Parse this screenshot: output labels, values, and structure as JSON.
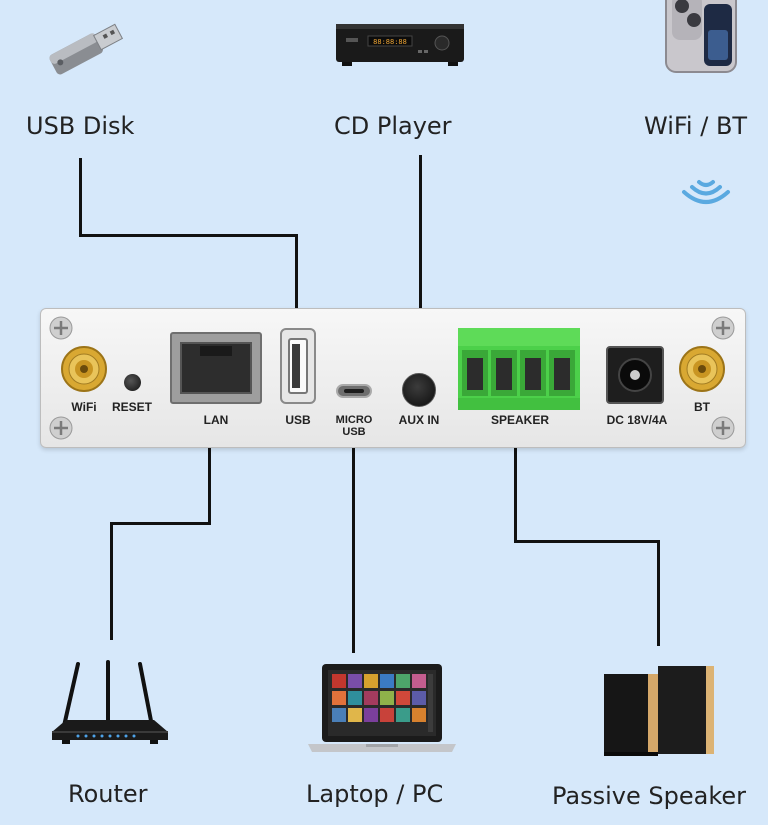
{
  "devices": {
    "usb_disk": "USB Disk",
    "cd_player": "CD Player",
    "wifi_bt": "WiFi / BT",
    "router": "Router",
    "laptop": "Laptop / PC",
    "speaker": "Passive Speaker"
  },
  "panel": {
    "wifi": "WiFi",
    "reset": "RESET",
    "lan": "LAN",
    "usb": "USB",
    "micro_usb_1": "MICRO",
    "micro_usb_2": "USB",
    "aux_in": "AUX IN",
    "speaker": "SPEAKER",
    "dc": "DC 18V/4A",
    "bt": "BT"
  },
  "cd_display": "88:88:88",
  "colors": {
    "background": "#d6e8fa",
    "panel": "#f1f1f1",
    "terminal_green": "#4cd04a",
    "antenna_gold": "#d9a832",
    "wireless_blue": "#5aa9e0"
  }
}
